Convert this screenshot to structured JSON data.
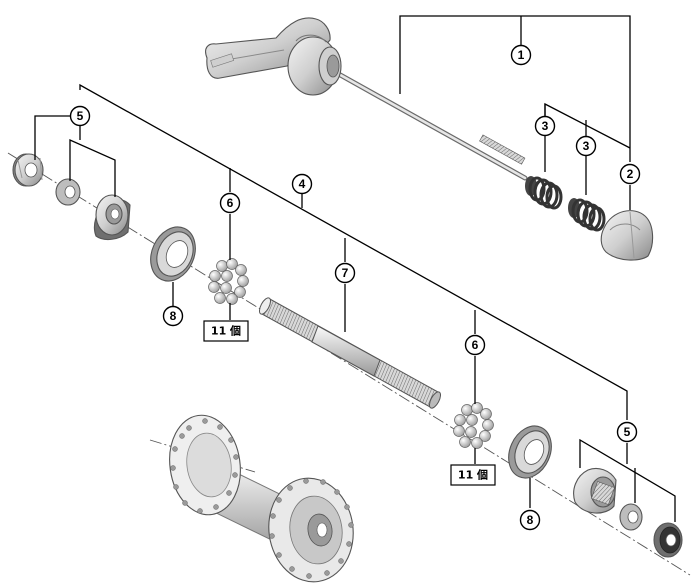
{
  "callouts": {
    "c1": "1",
    "c2": "2",
    "c3a": "3",
    "c3b": "3",
    "c4": "4",
    "c5_left": "5",
    "c5_right": "5",
    "c6_left": "6",
    "c6_right": "6",
    "c7": "7",
    "c8_left": "8",
    "c8_right": "8"
  },
  "quantity": {
    "left": "11 個",
    "right": "11 個"
  },
  "colors": {
    "line": "#000000",
    "part_light": "#e8e8e8",
    "part_mid": "#bdbdbd",
    "part_dark": "#6f6f6f"
  }
}
